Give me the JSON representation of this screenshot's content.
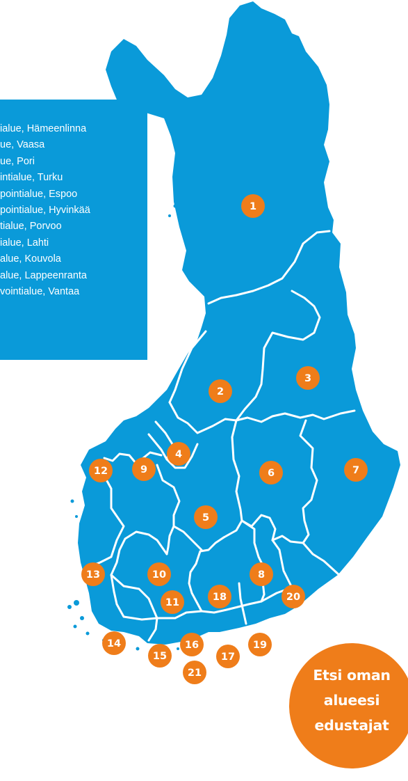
{
  "map": {
    "regions": [
      {
        "number": "1"
      },
      {
        "number": "2"
      },
      {
        "number": "3"
      },
      {
        "number": "4"
      },
      {
        "number": "5"
      },
      {
        "number": "6"
      },
      {
        "number": "7"
      },
      {
        "number": "8"
      },
      {
        "number": "9"
      },
      {
        "number": "10"
      },
      {
        "number": "11"
      },
      {
        "number": "12"
      },
      {
        "number": "13"
      },
      {
        "number": "14"
      },
      {
        "number": "15"
      },
      {
        "number": "16"
      },
      {
        "number": "17"
      },
      {
        "number": "18"
      },
      {
        "number": "19"
      },
      {
        "number": "20"
      },
      {
        "number": "21"
      }
    ],
    "colors": {
      "land": "#0a9ad9",
      "borders": "#ffffff",
      "badge": "#ef7d1a",
      "cta": "#ef7d1a"
    }
  },
  "legend": {
    "items": [
      "ialue, Hämeenlinna",
      "ue, Vaasa",
      "ue, Pori",
      "intialue, Turku",
      "pointialue, Espoo",
      "pointialue, Hyvinkää",
      "tialue, Porvoo",
      "ialue, Lahti",
      "alue, Kouvola",
      "alue, Lappeenranta",
      "vointialue, Vantaa"
    ]
  },
  "cta": {
    "lines": [
      "Etsi oman",
      "alueesi",
      "edustajat"
    ]
  }
}
